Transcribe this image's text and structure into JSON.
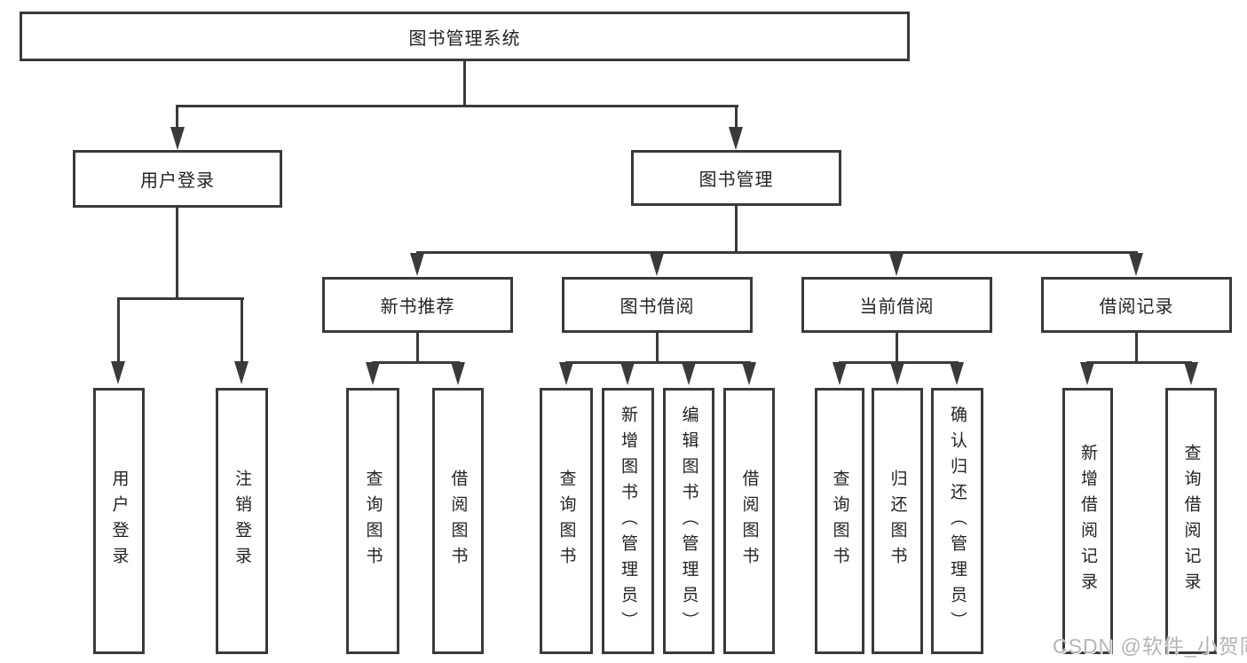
{
  "diagram": {
    "root": {
      "label": "图书管理系统"
    },
    "level2": [
      {
        "id": "user-login",
        "label": "用户登录"
      },
      {
        "id": "book-management",
        "label": "图书管理"
      }
    ],
    "level3": [
      {
        "id": "new-book-recommend",
        "label": "新书推荐"
      },
      {
        "id": "book-borrowing",
        "label": "图书借阅"
      },
      {
        "id": "current-borrowing",
        "label": "当前借阅"
      },
      {
        "id": "borrowing-records",
        "label": "借阅记录"
      }
    ],
    "leaves": [
      {
        "id": "user-login",
        "label": "用户登录"
      },
      {
        "id": "logout",
        "label": "注销登录"
      },
      {
        "id": "query-books-1",
        "label": "查询图书"
      },
      {
        "id": "borrow-books-1",
        "label": "借阅图书"
      },
      {
        "id": "query-books-2",
        "label": "查询图书"
      },
      {
        "id": "add-book-admin",
        "label": "新增图书（管理员）"
      },
      {
        "id": "edit-book-admin",
        "label": "编辑图书（管理员）"
      },
      {
        "id": "borrow-books-2",
        "label": "借阅图书"
      },
      {
        "id": "query-books-3",
        "label": "查询图书"
      },
      {
        "id": "return-books",
        "label": "归还图书"
      },
      {
        "id": "confirm-return-admin",
        "label": "确认归还（管理员）"
      },
      {
        "id": "add-borrow-record",
        "label": "新增借阅记录"
      },
      {
        "id": "query-borrow-record",
        "label": "查询借阅记录"
      }
    ],
    "watermark": "CSDN @软件_小贺同学",
    "colors": {
      "line": "#3a3a3a",
      "text": "#232323",
      "background": "#ffffff",
      "watermark": "#b5b5b5"
    }
  }
}
